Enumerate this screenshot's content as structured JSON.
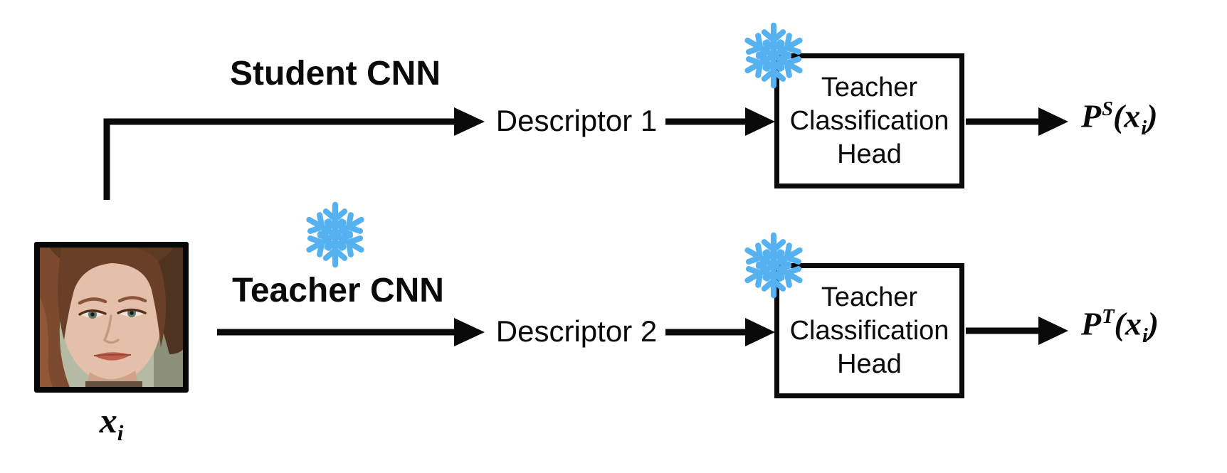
{
  "colors": {
    "snowflake": "#55b1ef",
    "line": "#0a0a0a"
  },
  "icons": {
    "frozen_marker": "snowflake-icon"
  },
  "input": {
    "base": "x",
    "sub": "i"
  },
  "branches": {
    "student": {
      "title": "Student CNN",
      "descriptor": "Descriptor 1"
    },
    "teacher": {
      "title": "Teacher CNN",
      "descriptor": "Descriptor 2"
    }
  },
  "boxes": {
    "top": {
      "lines": [
        "Teacher",
        "Classification",
        "Head"
      ]
    },
    "bottom": {
      "lines": [
        "Teacher",
        "Classification",
        "Head"
      ]
    }
  },
  "outputs": {
    "student": {
      "base": "P",
      "sup": "S",
      "open": "(",
      "arg": "x",
      "sub": "i",
      "close": ")"
    },
    "teacher": {
      "base": "P",
      "sup": "T",
      "open": "(",
      "arg": "x",
      "sub": "i",
      "close": ")"
    }
  }
}
